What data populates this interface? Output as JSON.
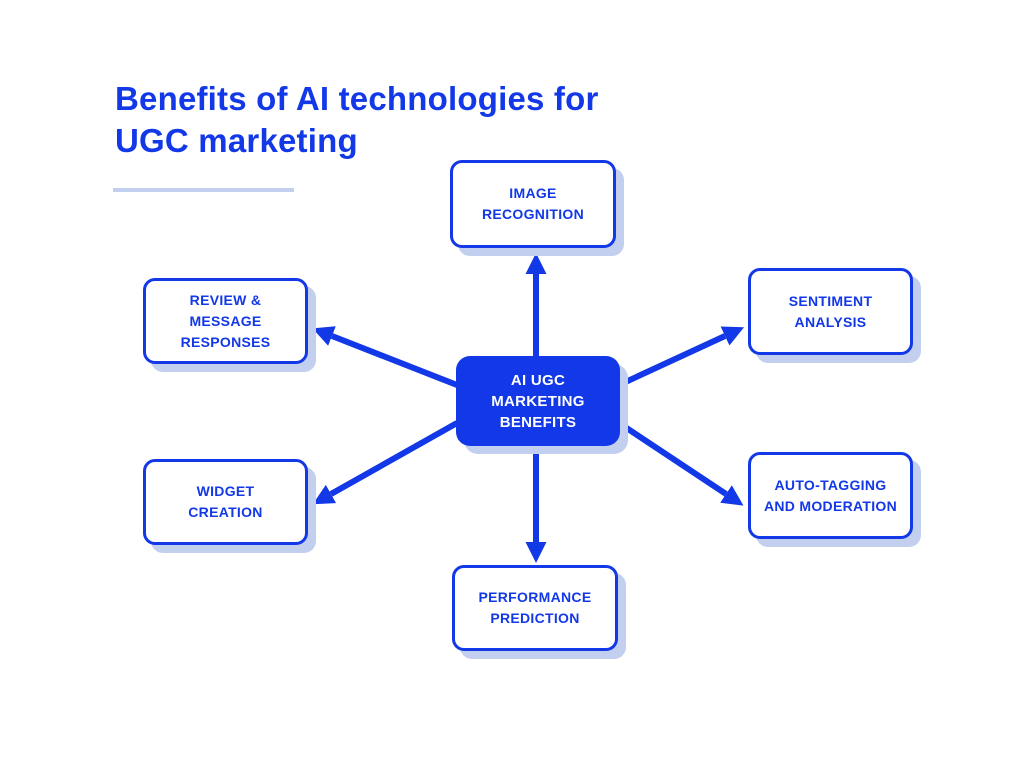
{
  "title": "Benefits of AI technologies for\nUGC marketing",
  "colors": {
    "primary": "#1238E8",
    "shadow": "#C3CFEF",
    "background": "#FFFFFF",
    "center_text": "#FFFFFF"
  },
  "center": {
    "label": "AI UGC MARKETING\nBENEFITS"
  },
  "nodes": [
    {
      "id": "image-recognition",
      "label": "IMAGE\nRECOGNITION"
    },
    {
      "id": "sentiment-analysis",
      "label": "SENTIMENT\nANALYSIS"
    },
    {
      "id": "auto-tagging",
      "label": "AUTO-TAGGING\nAND MODERATION"
    },
    {
      "id": "performance-prediction",
      "label": "PERFORMANCE\nPREDICTION"
    },
    {
      "id": "widget-creation",
      "label": "WIDGET\nCREATION"
    },
    {
      "id": "review-responses",
      "label": "REVIEW &\nMESSAGE\nRESPONSES"
    }
  ]
}
